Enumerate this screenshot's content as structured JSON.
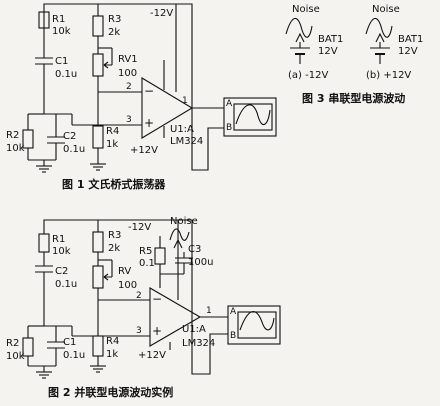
{
  "fig1": {
    "caption": "图 1  文氏桥式振荡器",
    "r1": {
      "name": "R1",
      "value": "10k"
    },
    "r2": {
      "name": "R2",
      "value": "10k"
    },
    "r3": {
      "name": "R3",
      "value": "2k"
    },
    "r4": {
      "name": "R4",
      "value": "1k"
    },
    "rv1": {
      "name": "RV1",
      "value": "100"
    },
    "c1": {
      "name": "C1",
      "value": "0.1u"
    },
    "c2": {
      "name": "C2",
      "value": "0.1u"
    },
    "neg_supply": "-12V",
    "pos_supply": "+12V",
    "pins": {
      "p1": "1",
      "p2": "2",
      "p3": "3"
    },
    "minus": "−",
    "plus": "+",
    "unit": "U1:A",
    "part": "LM324",
    "scope_a": "A",
    "scope_b": "B"
  },
  "fig3": {
    "caption": "图 3  串联型电源波动",
    "a": {
      "noise": "Noise",
      "bat": "BAT1",
      "value": "12V",
      "tag": "(a) -12V"
    },
    "b": {
      "noise": "Noise",
      "bat": "BAT1",
      "value": "12V",
      "tag": "(b) +12V"
    }
  },
  "fig2": {
    "caption": "图 2  并联型电源波动实例",
    "r1": {
      "name": "R1",
      "value": "10k"
    },
    "r2": {
      "name": "R2",
      "value": "10k"
    },
    "r3": {
      "name": "R3",
      "value": "2k"
    },
    "r4": {
      "name": "R4",
      "value": "1k"
    },
    "r5": {
      "name": "R5",
      "value": "0.1"
    },
    "rv": {
      "name": "RV",
      "value": "100"
    },
    "c1": {
      "name": "C1",
      "value": "0.1u"
    },
    "c2": {
      "name": "C2",
      "value": "0.1u"
    },
    "c3": {
      "name": "C3",
      "value": "100u"
    },
    "noise": "Noise",
    "neg_supply": "-12V",
    "pos_supply": "+12V",
    "pins": {
      "p1": "1",
      "p2": "2",
      "p3": "3"
    },
    "minus": "−",
    "plus": "+",
    "unit": "U1:A",
    "part": "LM324",
    "scope_a": "A",
    "scope_b": "B"
  }
}
